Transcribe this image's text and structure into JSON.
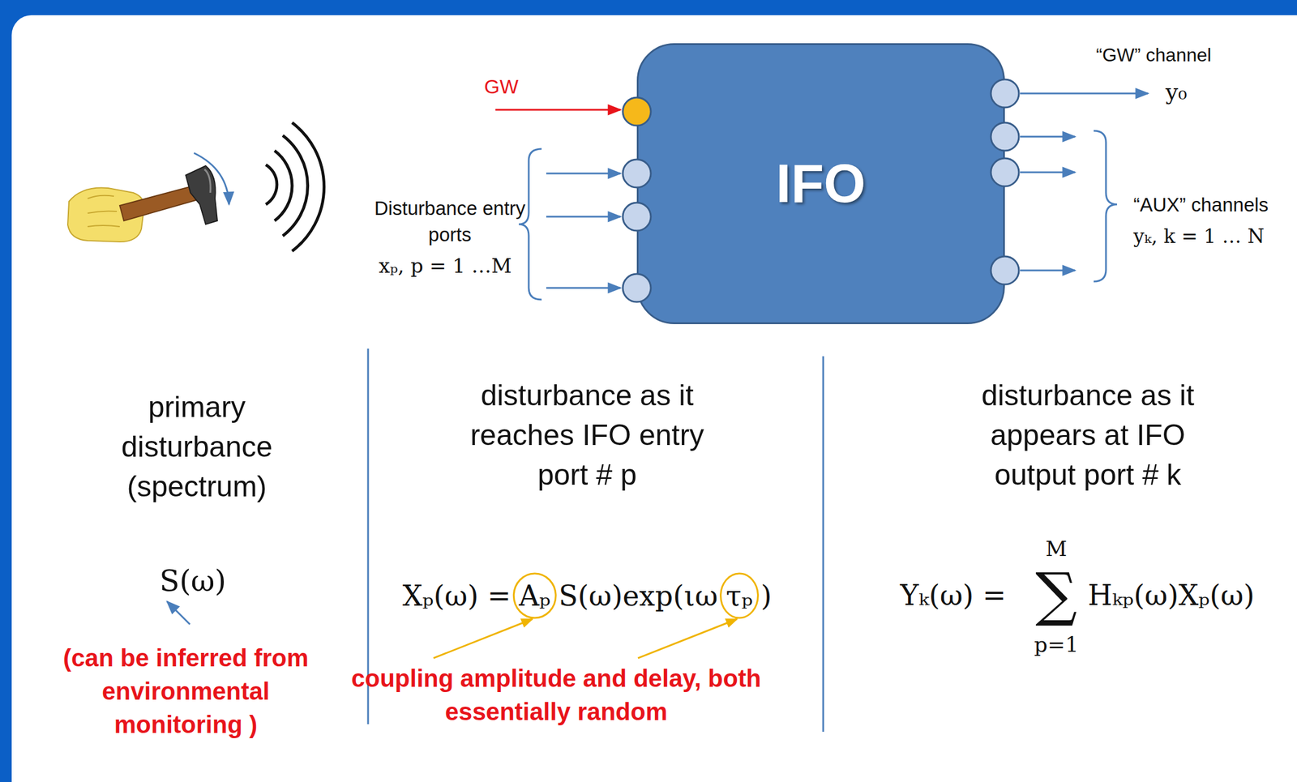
{
  "diagram": {
    "nodes": [
      {
        "text": [
          "IFO"
        ]
      }
    ],
    "labels": [
      "GW",
      "Disturbance entry ports",
      "xₚ, p = 1 …M",
      "“GW” channel",
      "y₀",
      "“AUX” channels",
      "yₖ, k = 1 … N",
      "primary disturbance (spectrum)",
      "S(ω)",
      "(can be inferred from  environmental monitoring )",
      "disturbance as it reaches IFO entry port # p",
      "Xₚ(ω) =",
      "Aₚ",
      "S(ω)exp(ιω",
      "τₚ",
      ")",
      "coupling amplitude and delay, both essentially random",
      "disturbance as it appears at IFO output port # k",
      "Yₖ(ω) =",
      "M",
      "∑",
      "p=1",
      "Hₖₚ(ω)Xₚ(ω)"
    ]
  }
}
